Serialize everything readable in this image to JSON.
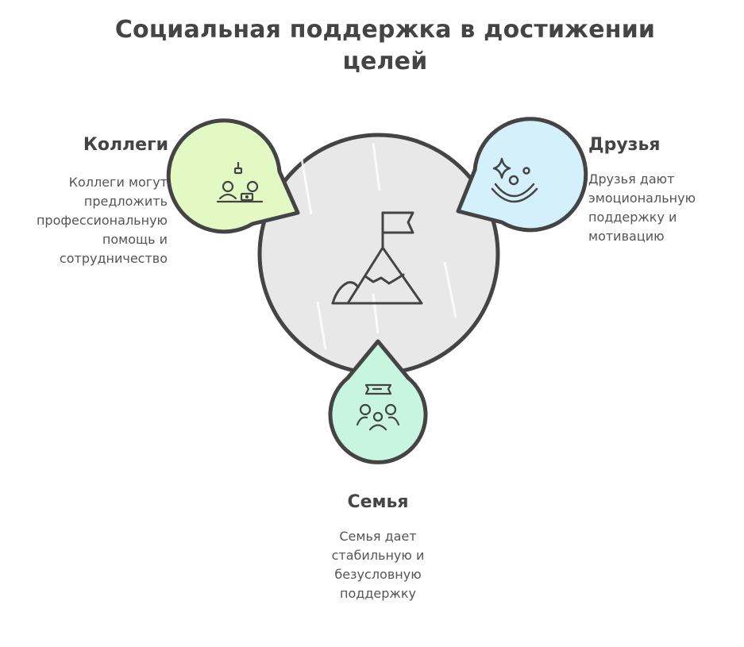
{
  "title": {
    "line1": "Социальная поддержка в достижении",
    "line2": "целей"
  },
  "center": {
    "icon": "mountain-flag-icon",
    "fill": "#e8e8e8"
  },
  "nodes": [
    {
      "id": "colleagues",
      "heading": "Коллеги",
      "description_lines": [
        "Коллеги могут",
        "предложить",
        "профессиональную",
        "помощь и",
        "сотрудничество"
      ],
      "icon": "people-at-desk-icon",
      "fill": "#e2f9c4"
    },
    {
      "id": "friends",
      "heading": "Друзья",
      "description_lines": [
        "Друзья дают",
        "эмоциональную",
        "поддержку и",
        "мотивацию"
      ],
      "icon": "clown-face-icon",
      "fill": "#d4f1fb"
    },
    {
      "id": "family",
      "heading": "Семья",
      "description_lines": [
        "Семья дает",
        "стабильную и",
        "безусловную",
        "поддержку"
      ],
      "icon": "family-ticket-icon",
      "fill": "#c8f5e0"
    }
  ],
  "colors": {
    "stroke": "#444444",
    "text": "#444444"
  }
}
